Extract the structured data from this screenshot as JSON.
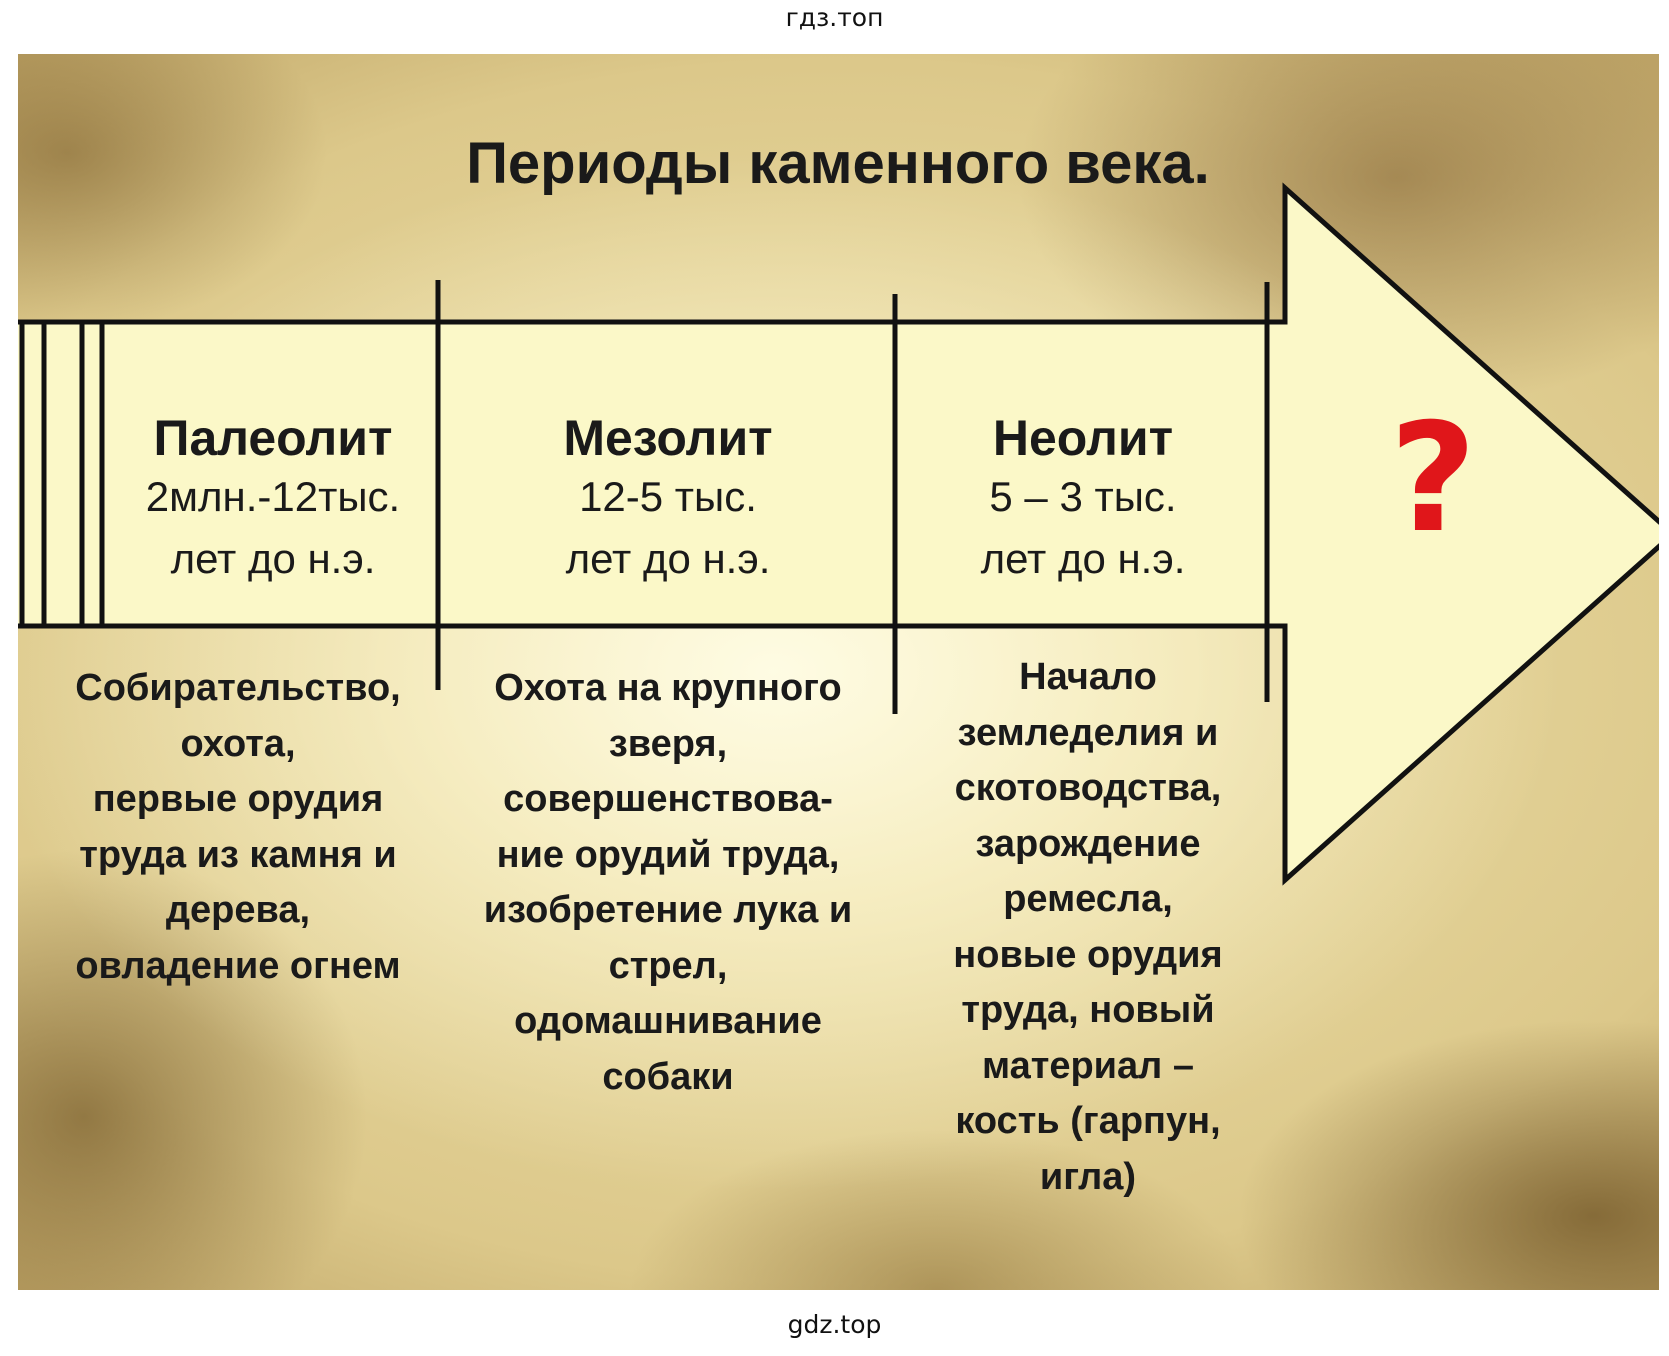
{
  "watermark_top": "гдз.топ",
  "watermark_bottom": "gdz.top",
  "title": "Периоды каменного века.",
  "unknown_mark": "?",
  "periods": [
    {
      "name": "Палеолит",
      "dates": [
        "2млн.-12тыс.",
        "лет до н.э."
      ],
      "description": [
        "Собирательство,",
        "охота,",
        "первые орудия",
        "труда из камня и",
        "дерева,",
        "овладение огнем"
      ]
    },
    {
      "name": "Мезолит",
      "dates": [
        "12-5 тыс.",
        "лет до н.э."
      ],
      "description": [
        "Охота на крупного",
        "зверя,",
        "совершенствова-",
        "ние орудий труда,",
        "изобретение лука и",
        "стрел,",
        "одомашнивание",
        "собаки"
      ]
    },
    {
      "name": "Неолит",
      "dates": [
        "5 – 3 тыс.",
        "лет до н.э."
      ],
      "description": [
        "Начало",
        "земледелия и",
        "скотоводства,",
        "зарождение",
        "ремесла,",
        "новые орудия",
        "труда, новый",
        "материал –",
        "кость (гарпун,",
        "игла)"
      ]
    }
  ],
  "colors": {
    "arrow_fill": "#fbf8c8",
    "arrow_stroke": "#111111",
    "question_mark": "#e0161a"
  }
}
